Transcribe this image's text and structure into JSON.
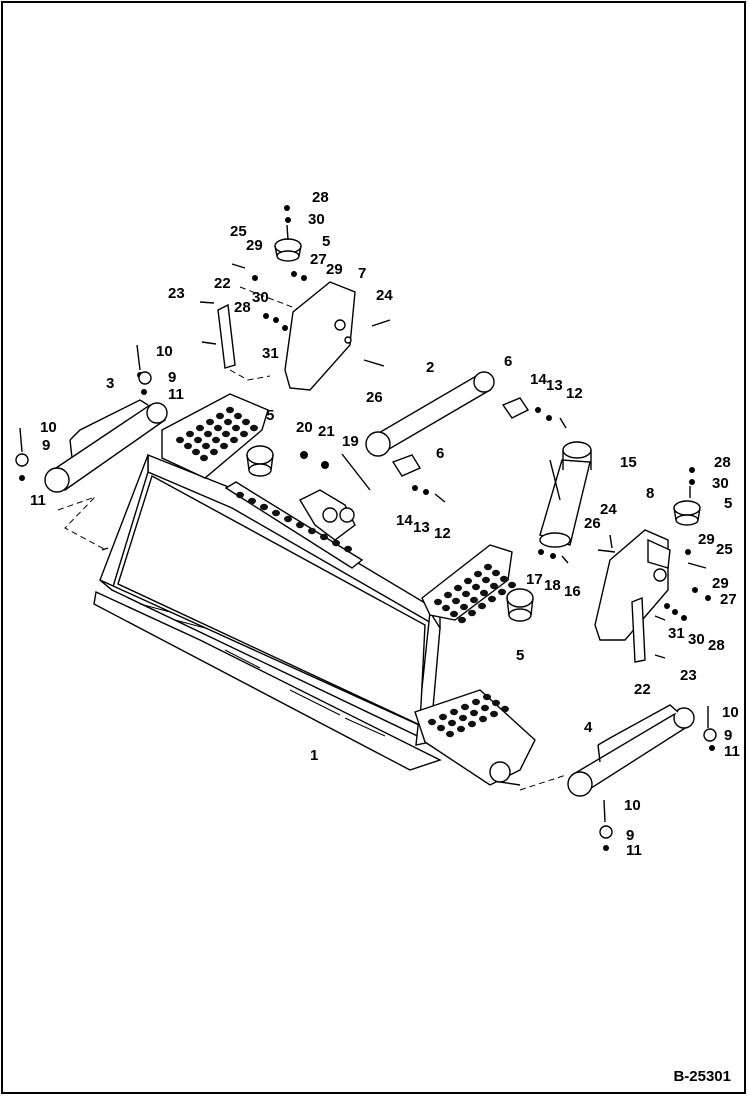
{
  "figure_ref": "B-25301",
  "callouts": {
    "c1": "1",
    "c2": "2",
    "c3": "3",
    "c4": "4",
    "c5a": "5",
    "c5b": "5",
    "c5c": "5",
    "c5d": "5",
    "c6a": "6",
    "c6b": "6",
    "c7": "7",
    "c8": "8",
    "c9a": "9",
    "c9b": "9",
    "c9c": "9",
    "c9d": "9",
    "c10a": "10",
    "c10b": "10",
    "c10c": "10",
    "c10d": "10",
    "c11a": "11",
    "c11b": "11",
    "c11c": "11",
    "c11d": "11",
    "c12a": "12",
    "c12b": "12",
    "c13a": "13",
    "c13b": "13",
    "c14a": "14",
    "c14b": "14",
    "c15": "15",
    "c16": "16",
    "c17": "17",
    "c18": "18",
    "c19": "19",
    "c20": "20",
    "c21": "21",
    "c22a": "22",
    "c22b": "22",
    "c23a": "23",
    "c23b": "23",
    "c24a": "24",
    "c24b": "24",
    "c25a": "25",
    "c25b": "25",
    "c26a": "26",
    "c26b": "26",
    "c27a": "27",
    "c27b": "27",
    "c28a": "28",
    "c28b": "28",
    "c28c": "28",
    "c28d": "28",
    "c29a": "29",
    "c29b": "29",
    "c29c": "29",
    "c29d": "29",
    "c30a": "30",
    "c30b": "30",
    "c30c": "30",
    "c30d": "30",
    "c31a": "31",
    "c31b": "31"
  }
}
